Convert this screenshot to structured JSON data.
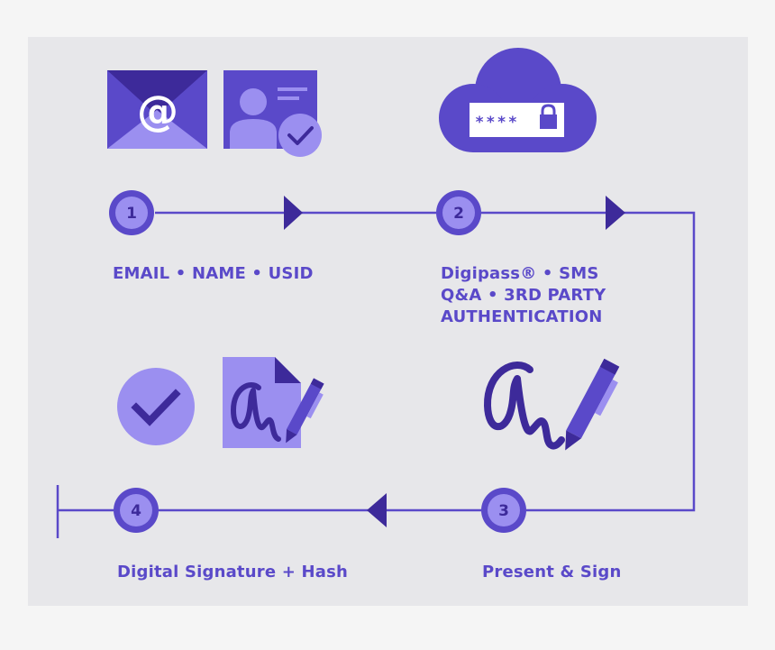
{
  "colors": {
    "page_bg": "#f5f5f5",
    "panel_bg": "#e7e7ea",
    "primary": "#5a49c9",
    "dark": "#3d2a9a",
    "light": "#9b8ff0",
    "label": "#5a49c9"
  },
  "steps": [
    {
      "number": "1",
      "lines": [
        "EMAIL • NAME • USID"
      ]
    },
    {
      "number": "2",
      "lines": [
        "Digipass® • SMS",
        "Q&A • 3RD PARTY",
        "AUTHENTICATION"
      ]
    },
    {
      "number": "3",
      "lines": [
        "Present & Sign"
      ]
    },
    {
      "number": "4",
      "lines": [
        "Digital Signature + Hash"
      ]
    }
  ],
  "cloud": {
    "masked_text": "****"
  },
  "icons": {
    "email": "email-envelope-icon",
    "id_card": "id-card-verified-icon",
    "cloud": "cloud-password-lock-icon",
    "signature_pen": "signature-pen-icon",
    "check": "check-circle-icon",
    "signed_doc": "signed-document-icon"
  }
}
